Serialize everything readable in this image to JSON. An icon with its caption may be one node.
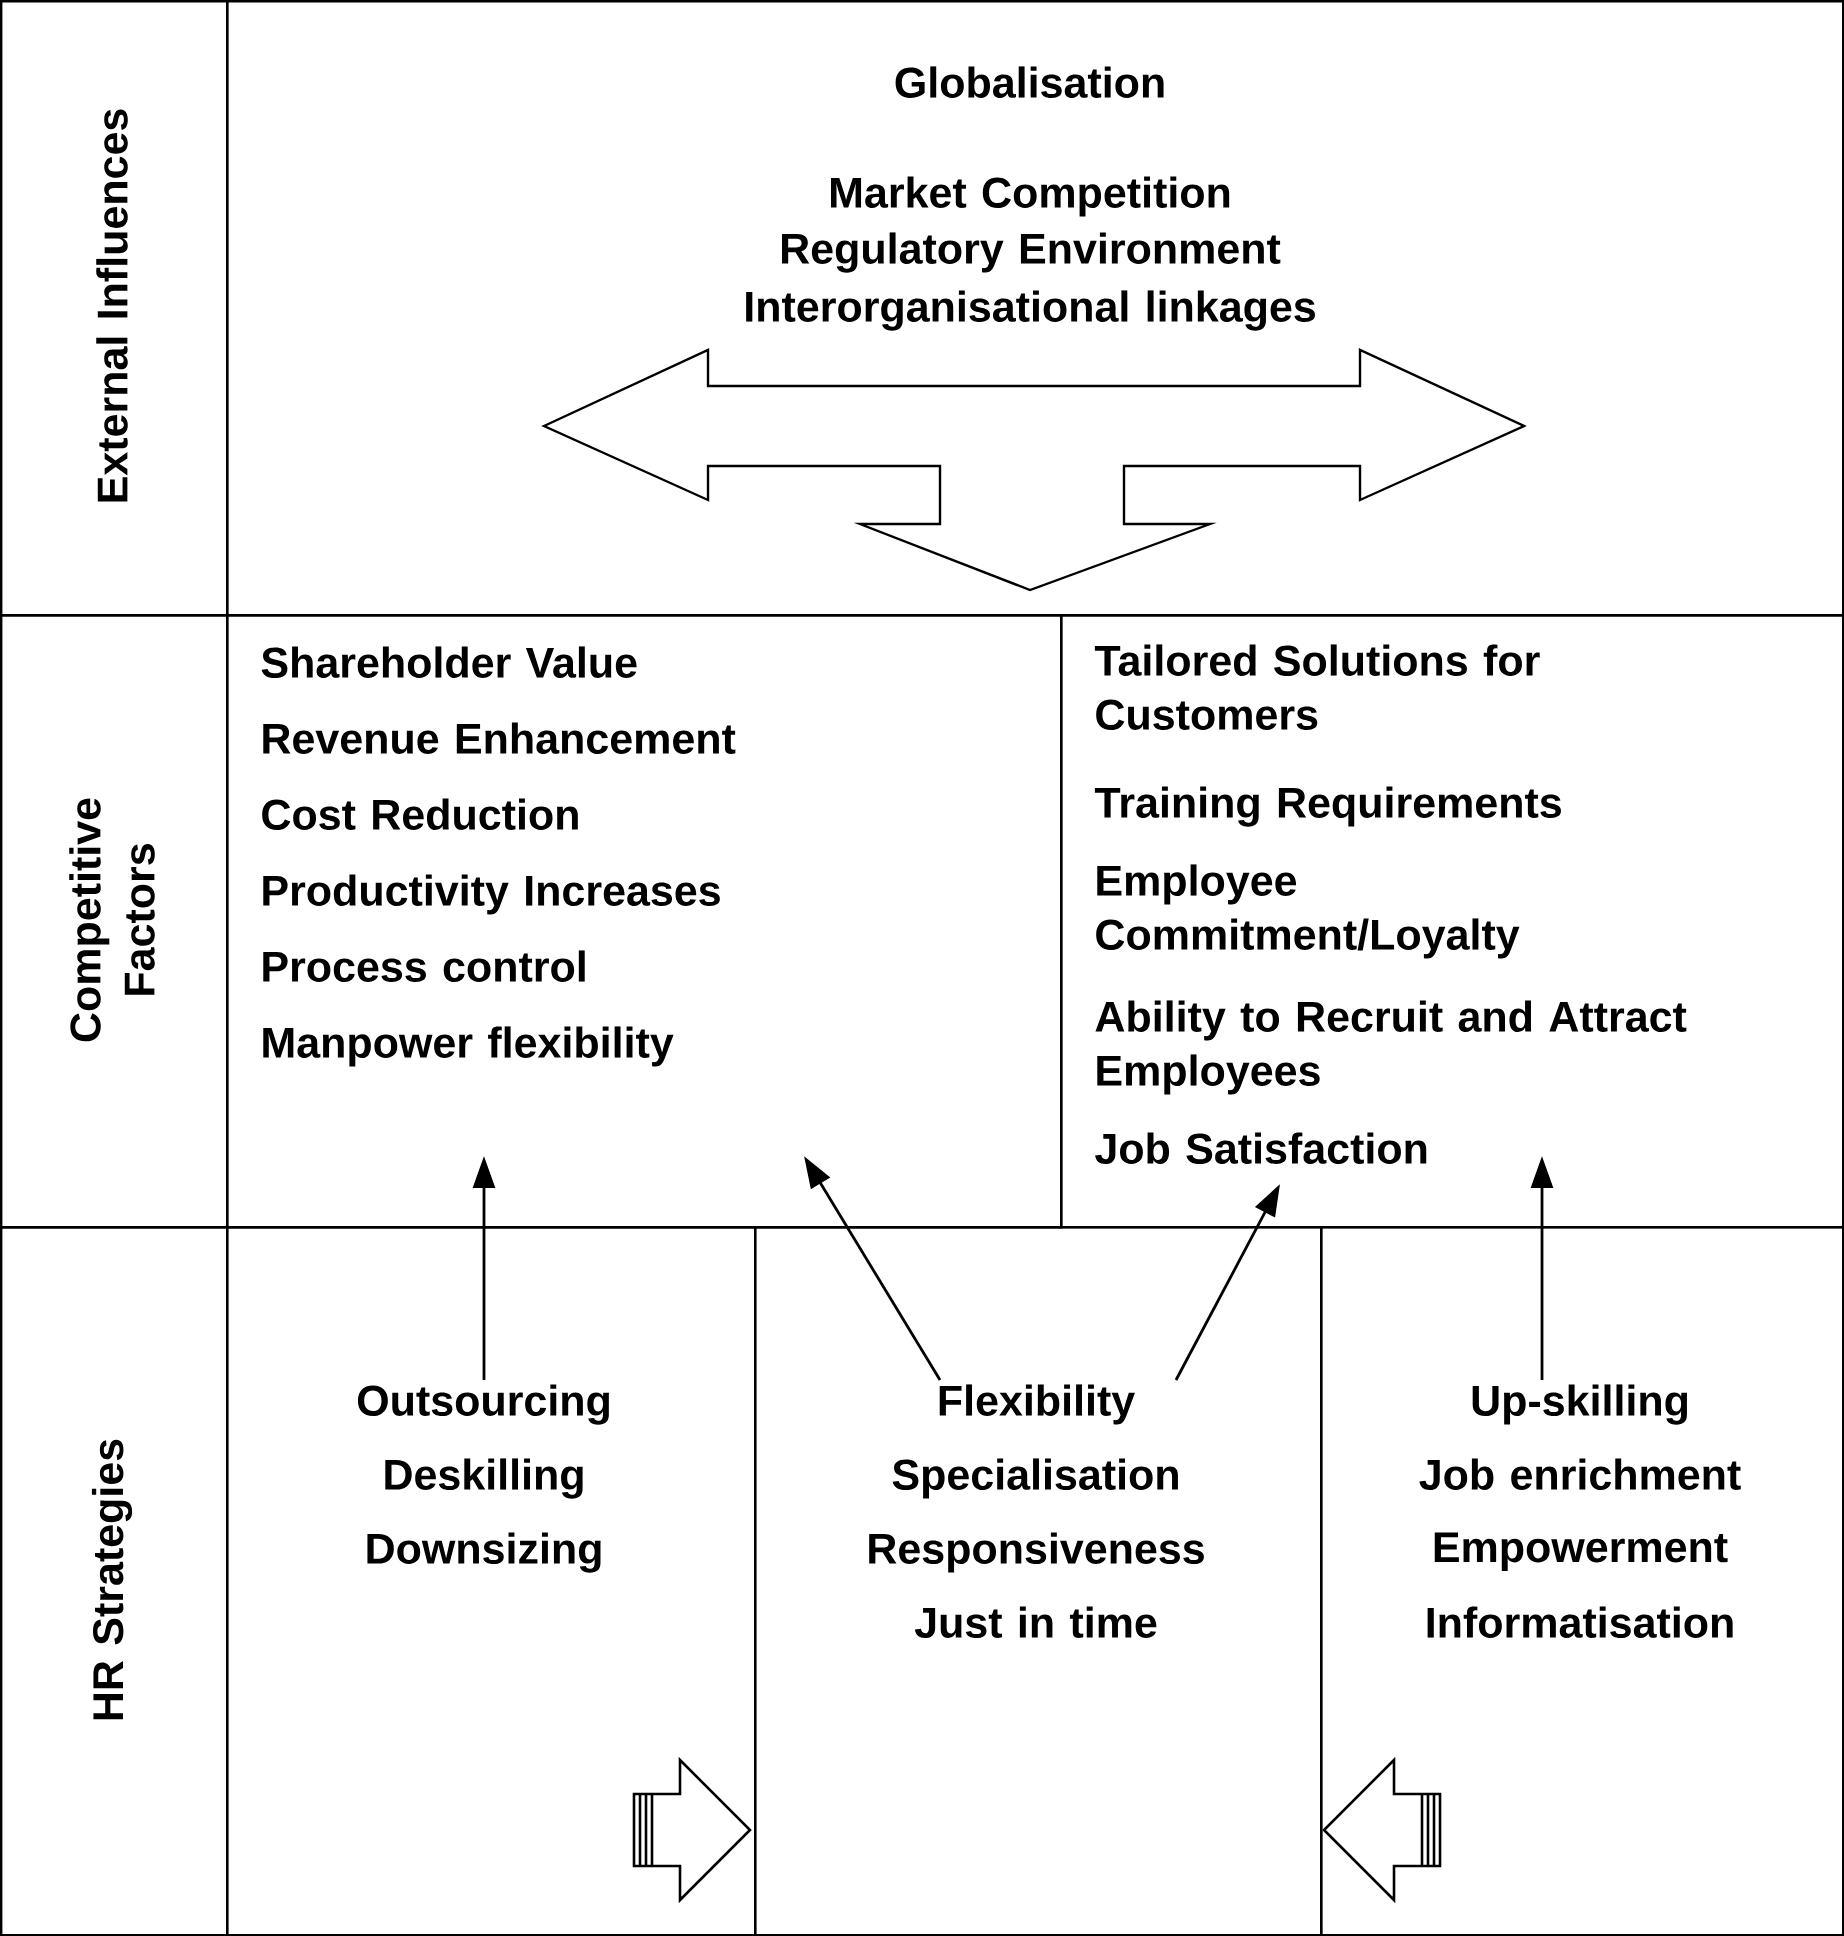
{
  "diagram": {
    "nodes": [
      {
        "text": [
          "External Influences"
        ]
      },
      {
        "text": [
          "Globalisation",
          "Market Competition",
          "Regulatory Environment",
          "Interorganisational linkages"
        ]
      },
      {
        "text": [
          "Competitive Factors"
        ]
      },
      {
        "text": [
          "Shareholder Value",
          "Revenue Enhancement",
          "Cost Reduction",
          "Productivity Increases",
          "Process control",
          "Manpower flexibility"
        ]
      },
      {
        "text": [
          "Tailored Solutions for Customers",
          "Training Requirements",
          "Employee Commitment/Loyalty",
          "Ability to Recruit and Attract Employees",
          "Job Satisfaction"
        ]
      },
      {
        "text": [
          "HR Strategies"
        ]
      },
      {
        "text": [
          "Outsourcing",
          "Deskilling",
          "Downsizing"
        ]
      },
      {
        "text": [
          "Flexibility",
          "Specialisation",
          "Responsiveness",
          "Just in time"
        ]
      },
      {
        "text": [
          "Up-skilling",
          "Job enrichment",
          "Empowerment",
          "Informatisation"
        ]
      }
    ],
    "edges": [
      {
        "from": 6,
        "to": 3,
        "arrow": "to"
      },
      {
        "from": 7,
        "to": 3,
        "arrow": "to"
      },
      {
        "from": 7,
        "to": 4,
        "arrow": "to"
      },
      {
        "from": 8,
        "to": 4,
        "arrow": "to"
      }
    ]
  }
}
